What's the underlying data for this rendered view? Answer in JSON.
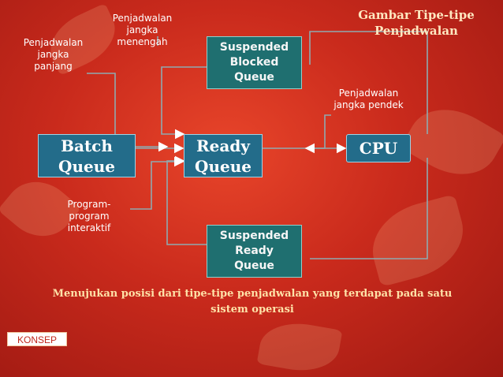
{
  "title": [
    "Gambar  Tipe-tipe",
    "Penjadwalan"
  ],
  "nodes": {
    "batch": [
      "Batch",
      "Queue"
    ],
    "ready": [
      "Ready",
      "Queue"
    ],
    "cpu": "CPU",
    "suspended_blocked": [
      "Suspended",
      "Blocked",
      "Queue"
    ],
    "suspended_ready": [
      "Suspended",
      "Ready",
      "Queue"
    ]
  },
  "labels": {
    "long_term": "Penjadwalan\njangka\npanjang",
    "medium_term": "Penjadwalan\njangka\nmenengah",
    "short_term": "Penjadwalan\njangka pendek",
    "interactive": "Program-\nprogram\ninteraktif"
  },
  "caption": [
    "Menujukan posisi dari  tipe-tipe penjadwalan yang terdapat pada satu",
    "sistem operasi"
  ],
  "konsep_button": "KONSEP"
}
